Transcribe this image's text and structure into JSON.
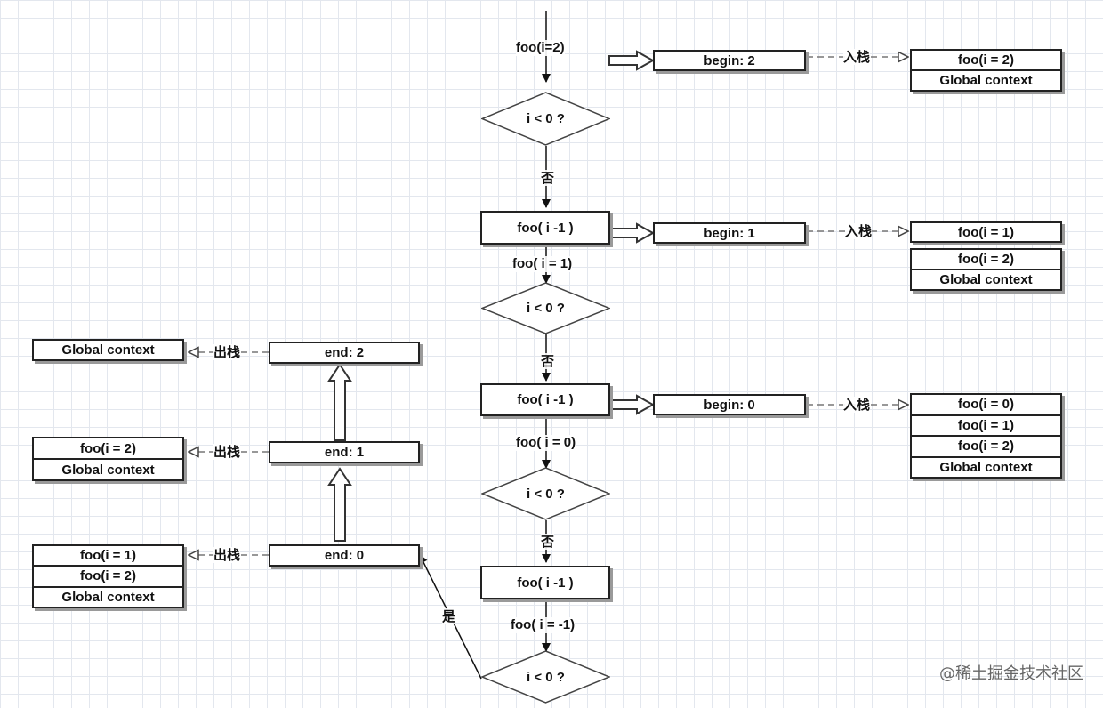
{
  "flow": {
    "entry_label": "foo(i=2)",
    "decision_label": "i < 0 ?",
    "call_label": "foo( i -1 )",
    "no_label": "否",
    "yes_label": "是",
    "call_i1_label": "foo( i = 1)",
    "call_i0_label": "foo( i = 0)",
    "call_im1_label": "foo( i = -1)"
  },
  "begin_nodes": [
    "begin: 2",
    "begin: 1",
    "begin: 0"
  ],
  "end_nodes": [
    "end: 2",
    "end: 1",
    "end: 0"
  ],
  "push_label": "入栈",
  "pop_label": "出栈",
  "push_stacks": [
    [
      "foo(i = 2)",
      "Global context"
    ],
    [
      "foo(i = 1)",
      "foo(i = 2)",
      "Global context"
    ],
    [
      "foo(i = 0)",
      "foo(i = 1)",
      "foo(i = 2)",
      "Global context"
    ]
  ],
  "pop_stacks": [
    [
      "Global context"
    ],
    [
      "foo(i = 2)",
      "Global context"
    ],
    [
      "foo(i = 1)",
      "foo(i = 2)",
      "Global context"
    ]
  ],
  "watermark": "@稀土掘金技术社区"
}
